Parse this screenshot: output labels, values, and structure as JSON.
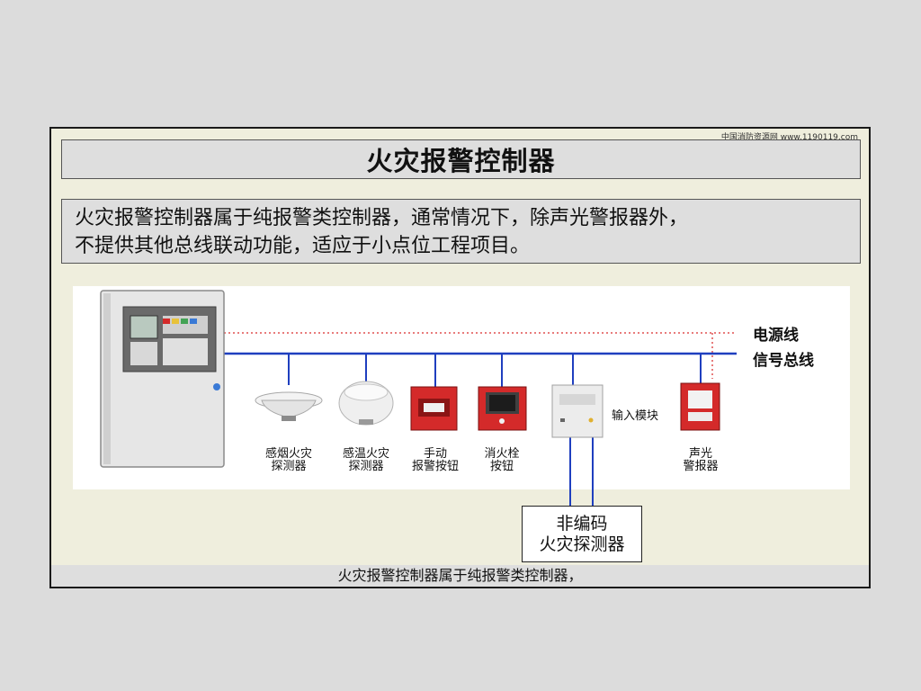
{
  "watermark": "中国消防资源网  www.1190119.com",
  "title": "火灾报警控制器",
  "description": {
    "line1": "火灾报警控制器属于纯报警类控制器，通常情况下，除声光警报器外，",
    "line2": "不提供其他总线联动功能，适应于小点位工程项目。"
  },
  "lines": {
    "power": "电源线",
    "signal": "信号总线"
  },
  "devices": {
    "smoke": [
      "感烟火灾",
      "探测器"
    ],
    "heat": [
      "感温火灾",
      "探测器"
    ],
    "manual": [
      "手动",
      "报警按钮"
    ],
    "hydrant": [
      "消火栓",
      "按钮"
    ],
    "input_module": "输入模块",
    "alarm": [
      "声光",
      "警报器"
    ]
  },
  "non_coded": [
    "非编码",
    "火灾探测器"
  ],
  "caption": "火灾报警控制器属于纯报警类控制器，",
  "colors": {
    "signal_bus": "#1f3fbf",
    "power_line": "#e05050",
    "device_red": "#d42a2a"
  }
}
